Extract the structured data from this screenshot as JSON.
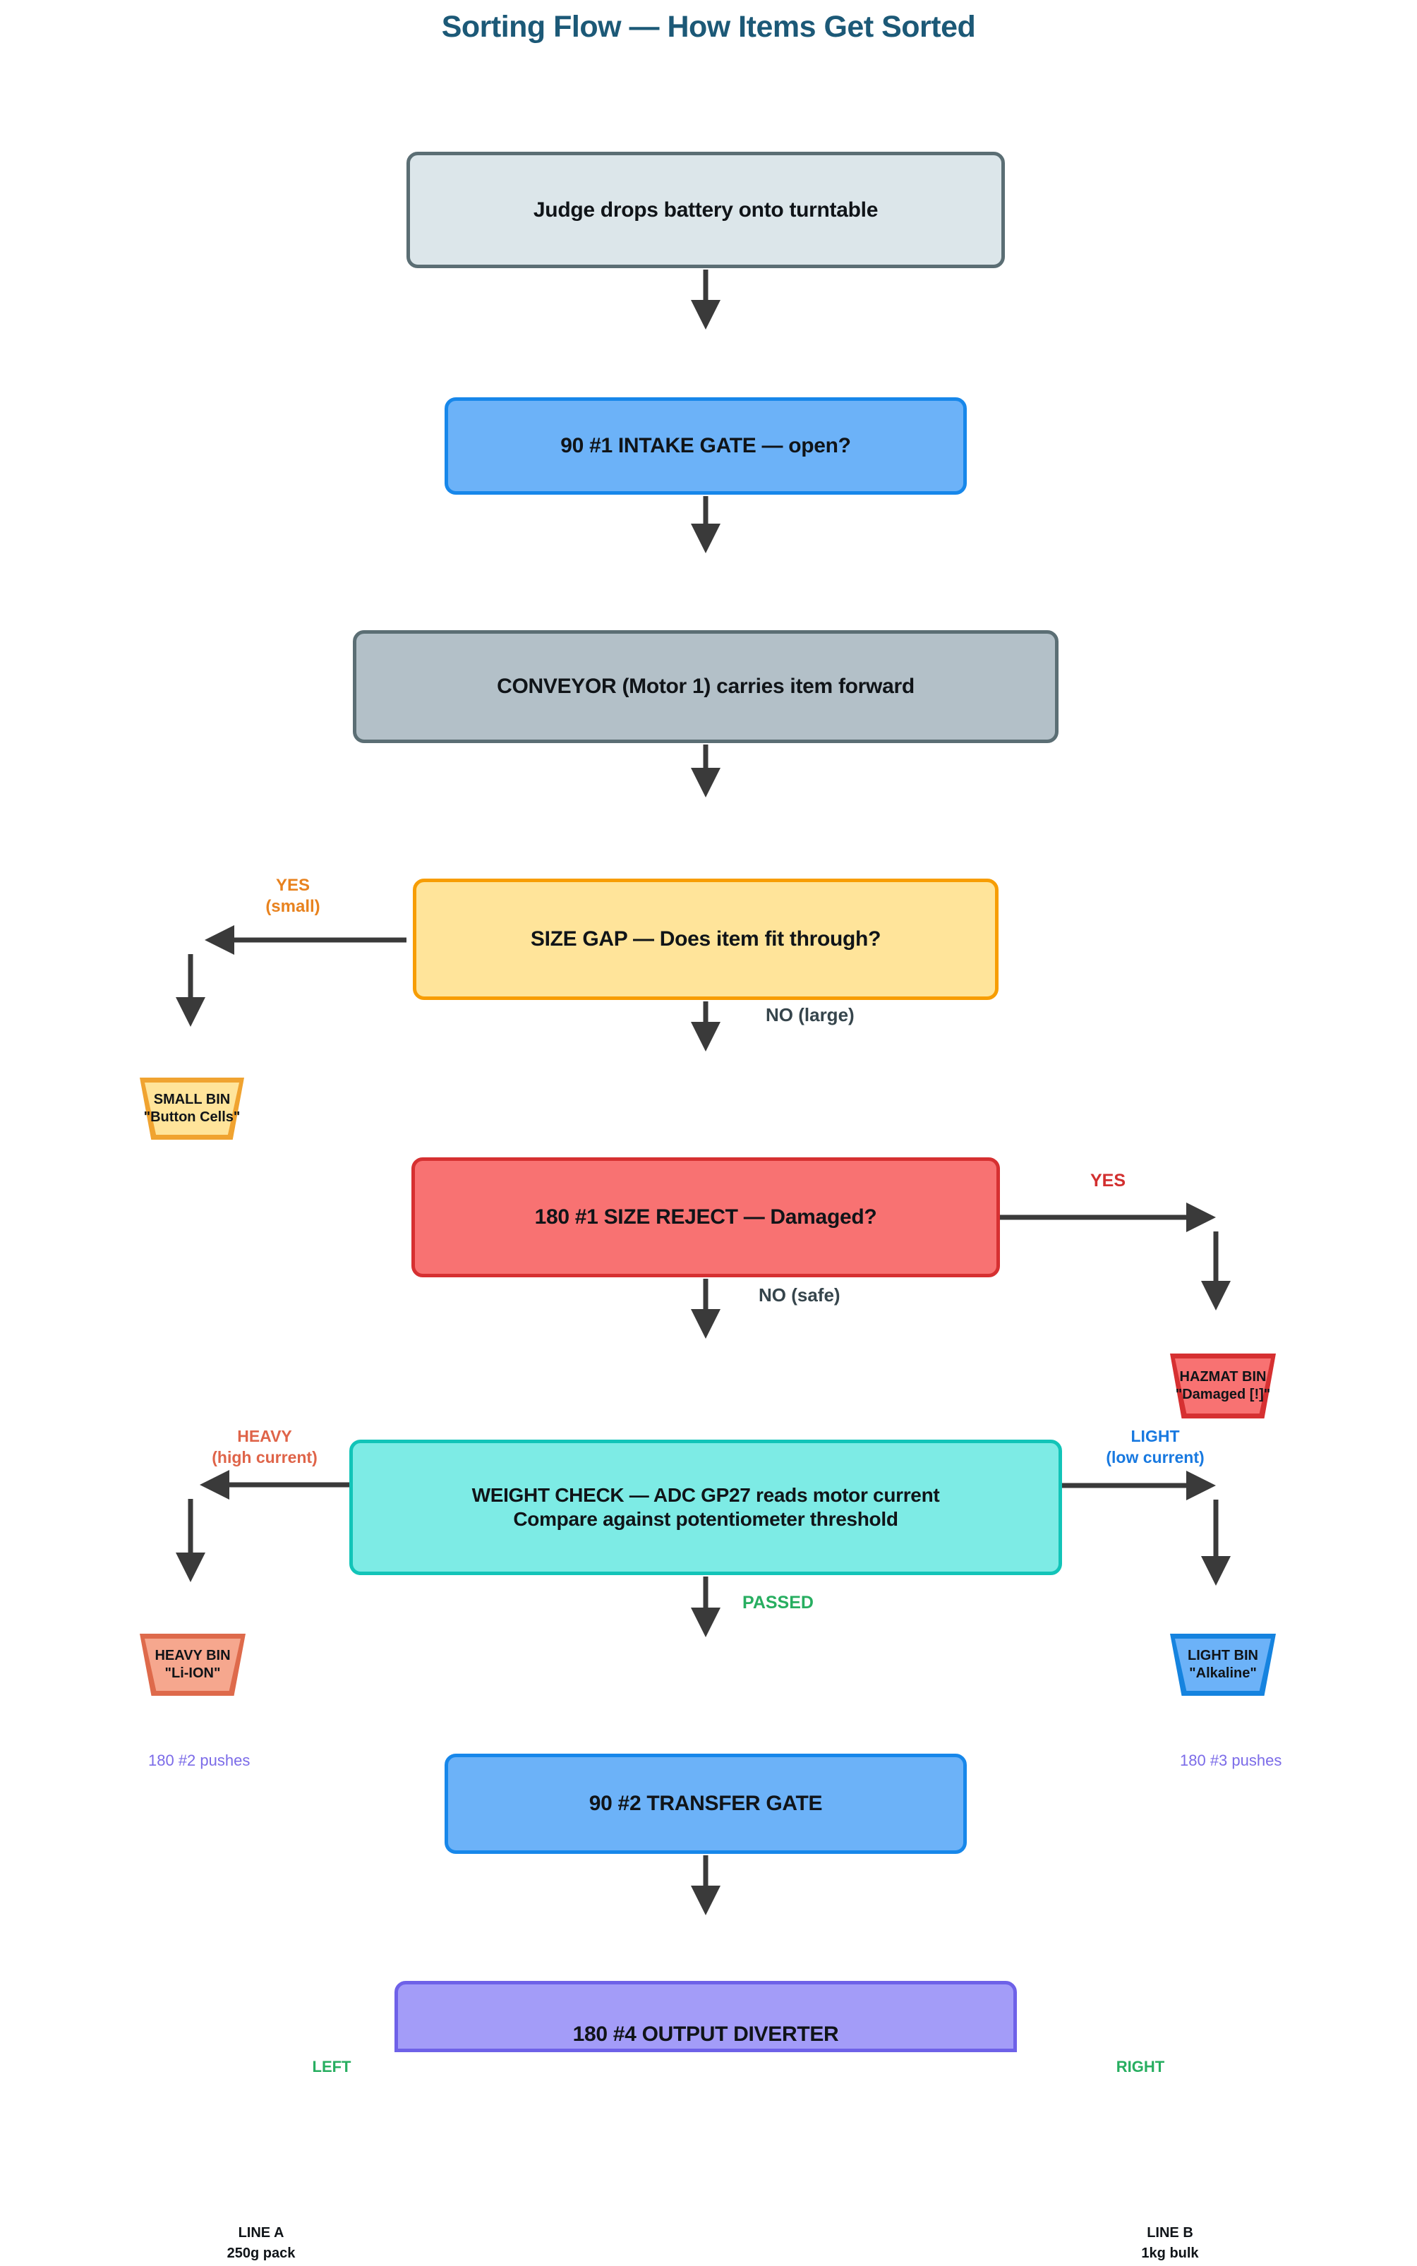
{
  "title": "Sorting Flow — How Items Get Sorted",
  "colors": {
    "title_text": "#1c5977",
    "start_fill": "#dce6ea",
    "start_border": "#5b6e74",
    "gate_fill": "#6cb2f8",
    "gate_border": "#1787ea",
    "conveyor_fill": "#b3c0c8",
    "conveyor_border": "#5b6e74",
    "size_gap_fill": "#ffe49a",
    "size_gap_border": "#f79d04",
    "reject_fill": "#f87272",
    "reject_border": "#d63031",
    "weight_fill": "#7debe5",
    "weight_border": "#12c4b8",
    "diverter_fill": "#a39cf8",
    "diverter_border": "#6e61e8",
    "heavy_bin_fill": "#f6a78e",
    "heavy_bin_border": "#de6a4b",
    "yes_small_label": "#e8821e",
    "reject_yes_label": "#d22f2f",
    "heavy_label": "#df6449",
    "light_label": "#1879e0",
    "green_label": "#27ae60",
    "pusher_label": "#7b6be8",
    "dark_label": "#36454c",
    "arrow": "#3a3a3a"
  },
  "nodes": {
    "start": {
      "label": "Judge drops battery onto turntable"
    },
    "intake": {
      "label": "90 #1 INTAKE GATE — open?"
    },
    "conveyor": {
      "label": "CONVEYOR (Motor 1) carries item forward"
    },
    "size_gap": {
      "label": "SIZE GAP — Does item fit through?"
    },
    "size_reject": {
      "label": "180 #1 SIZE REJECT — Damaged?"
    },
    "weight_check": {
      "line1": "WEIGHT CHECK — ADC GP27 reads motor current",
      "line2": "Compare against potentiometer threshold"
    },
    "transfer": {
      "label": "90 #2 TRANSFER GATE"
    },
    "diverter": {
      "label": "180 #4 OUTPUT DIVERTER"
    }
  },
  "bins": {
    "small": {
      "line1": "SMALL BIN",
      "line2": "\"Button Cells\""
    },
    "hazmat": {
      "line1": "HAZMAT BIN",
      "line2": "\"Damaged [!]\""
    },
    "heavy": {
      "line1": "HEAVY BIN",
      "line2": "\"Li-ION\""
    },
    "light": {
      "line1": "LIGHT BIN",
      "line2": "\"Alkaline\""
    }
  },
  "edge_labels": {
    "size_yes_line1": "YES",
    "size_yes_line2": "(small)",
    "size_no": "NO (large)",
    "reject_yes": "YES",
    "reject_no": "NO (safe)",
    "heavy_line1": "HEAVY",
    "heavy_line2": "(high current)",
    "light_line1": "LIGHT",
    "light_line2": "(low current)",
    "passed": "PASSED",
    "pusher_left": "180 #2 pushes",
    "pusher_right": "180 #3 pushes",
    "divert_left": "LEFT",
    "divert_right": "RIGHT"
  },
  "outputs": {
    "line_a": {
      "line1": "LINE A",
      "line2": "250g pack"
    },
    "line_b": {
      "line1": "LINE B",
      "line2": "1kg bulk"
    }
  }
}
